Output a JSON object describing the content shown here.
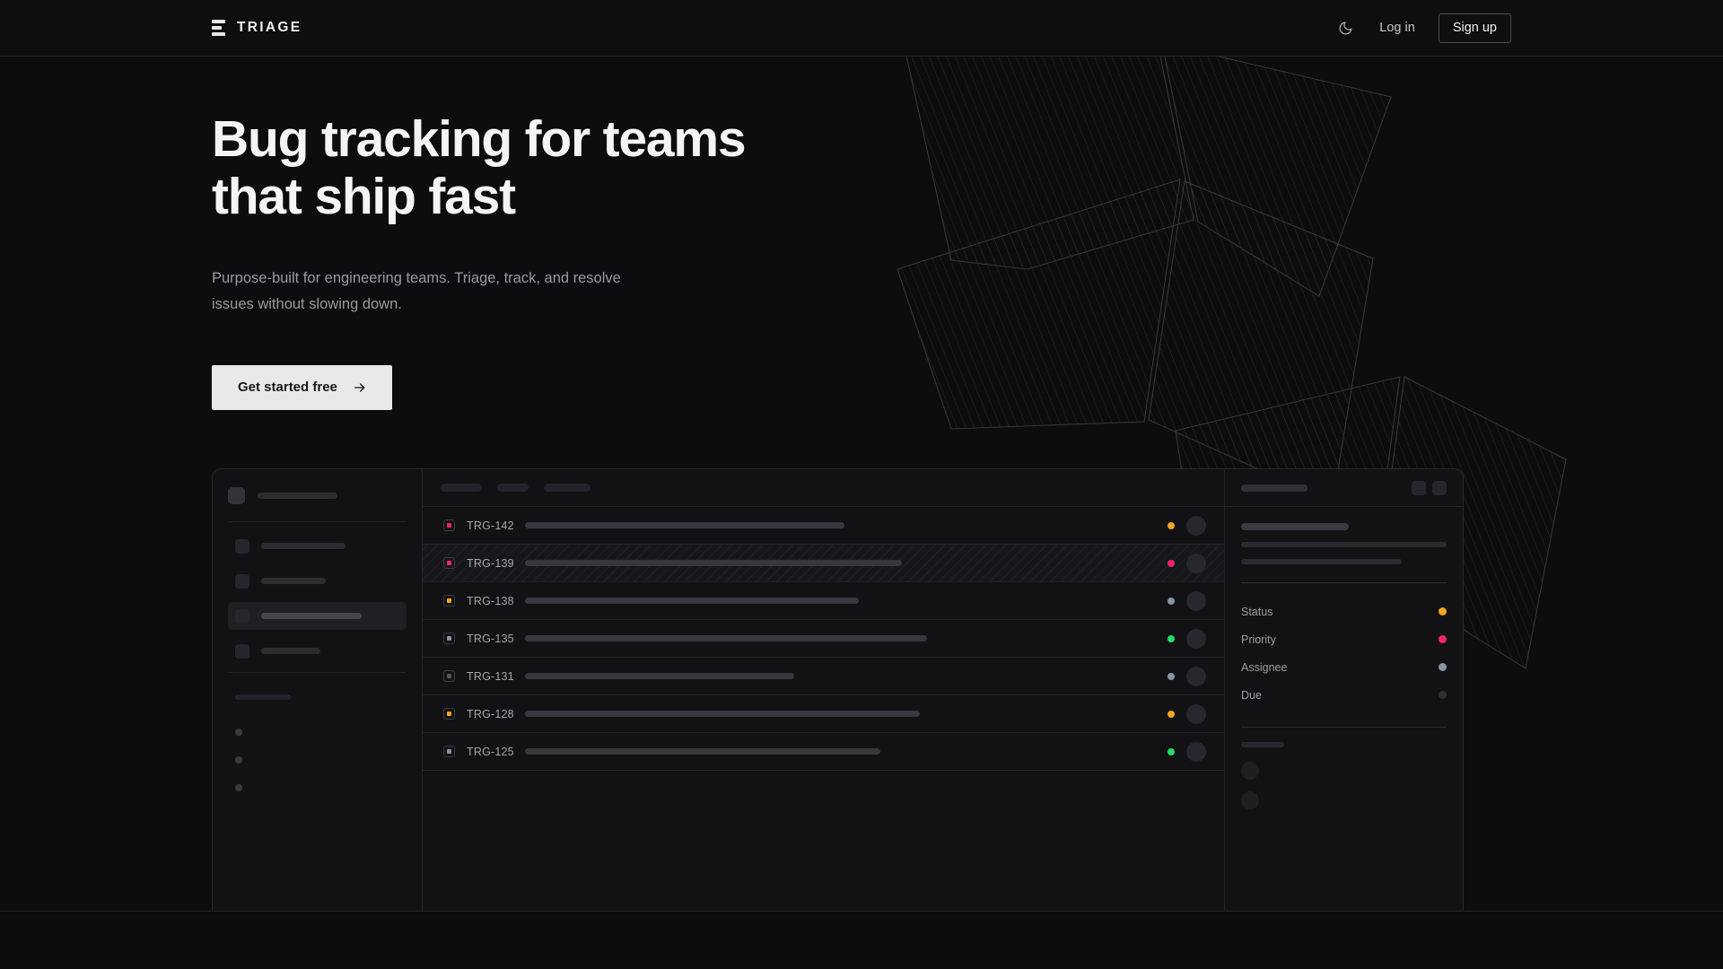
{
  "nav": {
    "brand": "TRIAGE",
    "brand_icon": "stacked-bars-logo-icon",
    "theme_toggle_icon": "moon-icon",
    "login_label": "Log in",
    "signup_label": "Sign up"
  },
  "hero": {
    "headline_line1": "Bug tracking for teams",
    "headline_line2": "that ship fast",
    "subhead": "Purpose-built for engineering teams. Triage, track, and resolve issues without slowing down.",
    "cta_label": "Get started free",
    "cta_icon": "arrow-right-icon"
  },
  "colors": {
    "page_bg": "#0d0d0f",
    "panel_bg": "#121214",
    "border": "#29292e",
    "text_primary": "#f4f4f6",
    "text_muted": "#9a9aa1",
    "cta_bg": "#e9e9eb",
    "status_amber": "#f5a524",
    "status_pink": "#f3246a",
    "status_green": "#21e065",
    "status_slate": "#8b93a7",
    "status_empty": "#2e2f34"
  },
  "mockup": {
    "sidebar": {
      "nav_items": [
        {
          "active": false
        },
        {
          "active": false
        },
        {
          "active": true
        },
        {
          "active": false
        }
      ],
      "footer_dots": 3
    },
    "toolbar_chips": [
      {
        "width": 46
      },
      {
        "width": 35
      },
      {
        "width": 52
      }
    ],
    "issues": [
      {
        "id": "TRG-142",
        "type_color": "#f3246a",
        "title_width": 356,
        "status_color": "#f5a524",
        "striped": false
      },
      {
        "id": "TRG-139",
        "type_color": "#f3246a",
        "title_width": 420,
        "status_color": "#f3246a",
        "striped": true
      },
      {
        "id": "TRG-138",
        "type_color": "#f5a524",
        "title_width": 372,
        "status_color": "#8b93a7",
        "striped": false
      },
      {
        "id": "TRG-135",
        "type_color": "#8b93a7",
        "title_width": 448,
        "status_color": "#21e065",
        "striped": false
      },
      {
        "id": "TRG-131",
        "type_color": "#55565c",
        "title_width": 300,
        "status_color": "#8b93a7",
        "striped": false
      },
      {
        "id": "TRG-128",
        "type_color": "#f5a524",
        "title_width": 440,
        "status_color": "#f5a524",
        "striped": false
      },
      {
        "id": "TRG-125",
        "type_color": "#8b93a7",
        "title_width": 396,
        "status_color": "#21e065",
        "striped": false
      }
    ],
    "detail": {
      "fields": [
        {
          "label": "Status",
          "color": "#f5a524"
        },
        {
          "label": "Priority",
          "color": "#f3246a"
        },
        {
          "label": "Assignee",
          "color": "#8b93a7"
        },
        {
          "label": "Due",
          "color": "#2e2f34"
        }
      ],
      "avatars": 2,
      "head_buttons": 2
    }
  }
}
